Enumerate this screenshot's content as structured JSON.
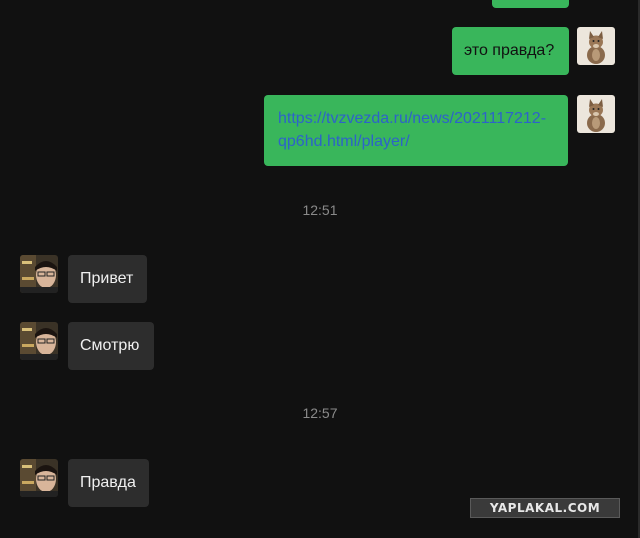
{
  "messages": {
    "top_partial": {
      "side": "out"
    },
    "m1": {
      "side": "out",
      "text": "это правда?",
      "avatar": "cat-avatar"
    },
    "m2": {
      "side": "out",
      "link": "https://tvzvezda.ru/news/2021117212-qp6hd.html/player/",
      "avatar": "cat-avatar"
    },
    "t1": "12:51",
    "m3": {
      "side": "in",
      "text": "Привет",
      "avatar": "person-avatar"
    },
    "m4": {
      "side": "in",
      "text": "Смотрю",
      "avatar": "person-avatar"
    },
    "t2": "12:57",
    "m5": {
      "side": "in",
      "text": "Правда",
      "avatar": "person-avatar"
    }
  },
  "watermark": "YAPLAKAL.COM",
  "colors": {
    "background": "#111111",
    "outgoing_bubble": "#39b65b",
    "incoming_bubble": "#2d2d2d",
    "link": "#2d63c9",
    "timestamp": "#8a8a8a"
  }
}
